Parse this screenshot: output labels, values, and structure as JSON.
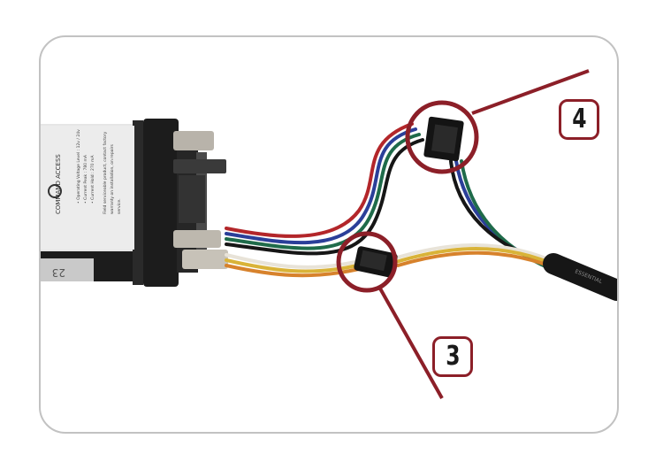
{
  "callouts": [
    {
      "number": "4"
    },
    {
      "number": "3"
    }
  ],
  "motor_label": {
    "brand": "COMMAND ACCESS",
    "line1": "• Operating Voltage Level : 12v / 24v",
    "line2": "• Current Peak : 780 mA",
    "line3": "• Current Hold : 270 mA",
    "line4": "Field serviceable product, contact factory",
    "line5": "warranty on installation, on repairs",
    "line6": "service.",
    "sticker": "23"
  },
  "cable_jacket_text": "ESSENTIAL",
  "colors": {
    "accent": "#8c1f28",
    "frame_border": "#c2c2c2",
    "motor_body": "#1c1c1c",
    "connector": "#141414",
    "wire_red": "#b3262a",
    "wire_blue": "#2b3f99",
    "wire_green": "#1f6b4a",
    "wire_black": "#161616",
    "wire_orange": "#d7822c",
    "wire_yellow": "#d9b338",
    "wire_white": "#e8e3d8"
  }
}
